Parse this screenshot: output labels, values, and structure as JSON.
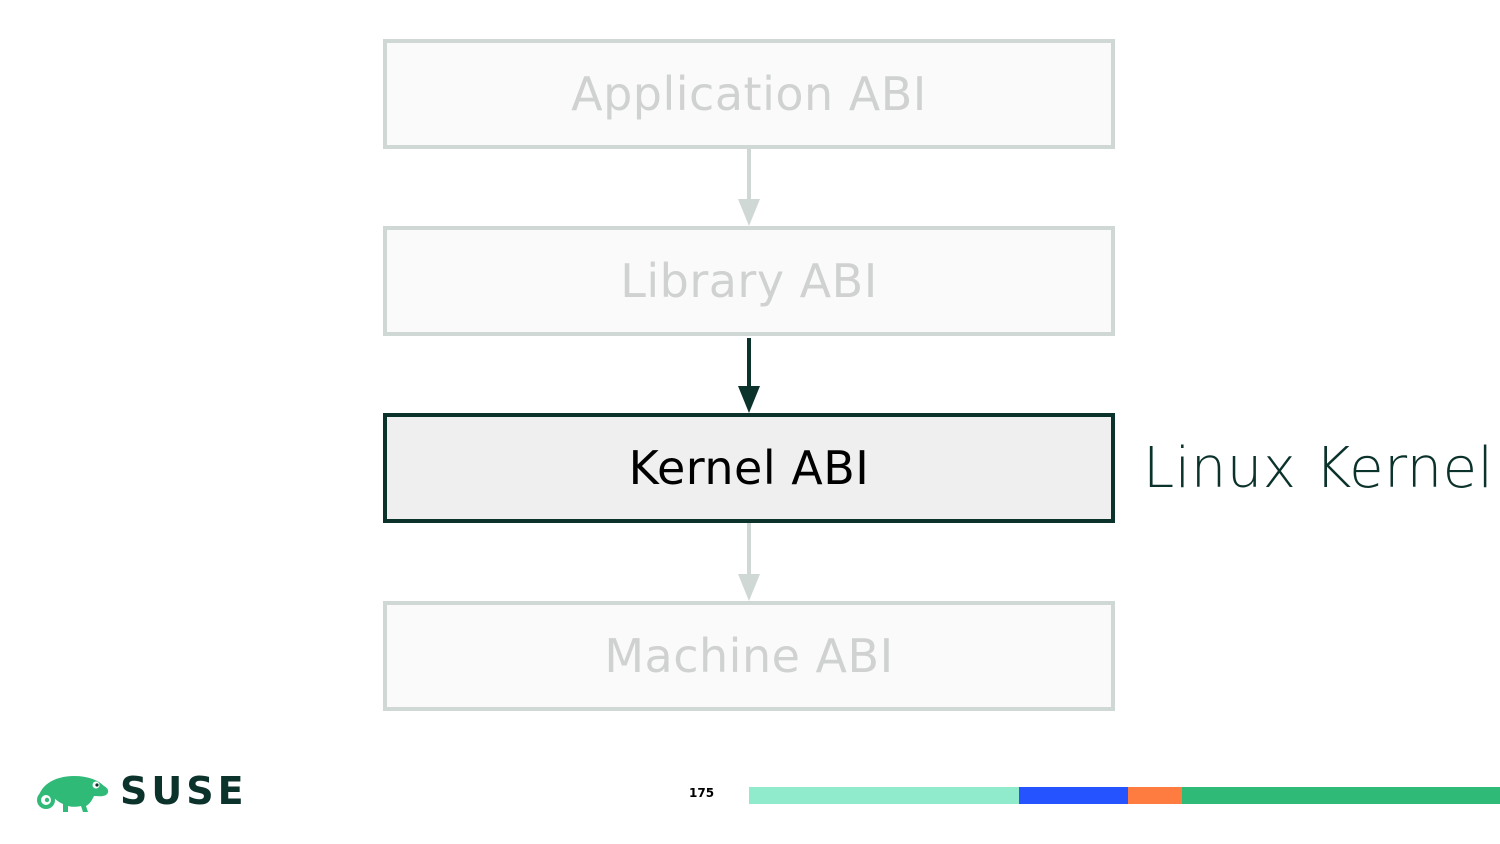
{
  "diagram": {
    "boxes": [
      {
        "label": "Application ABI",
        "state": "faded"
      },
      {
        "label": "Library ABI",
        "state": "faded"
      },
      {
        "label": "Kernel ABI",
        "state": "active"
      },
      {
        "label": "Machine ABI",
        "state": "faded"
      }
    ],
    "side_label": "Linux Kernel",
    "colors": {
      "active_border": "#0c322c",
      "faded_border": "#d0d8d6",
      "faded_text": "#d0d2d2"
    }
  },
  "footer": {
    "logo_text": "SUSE",
    "logo_icon": "chameleon-icon",
    "page_number": "175",
    "bar_colors": [
      "#90ebcd",
      "#2453ff",
      "#fe7c3f",
      "#30ba78"
    ],
    "bar_fractions": [
      0.36,
      0.144,
      0.073,
      0.423
    ]
  }
}
